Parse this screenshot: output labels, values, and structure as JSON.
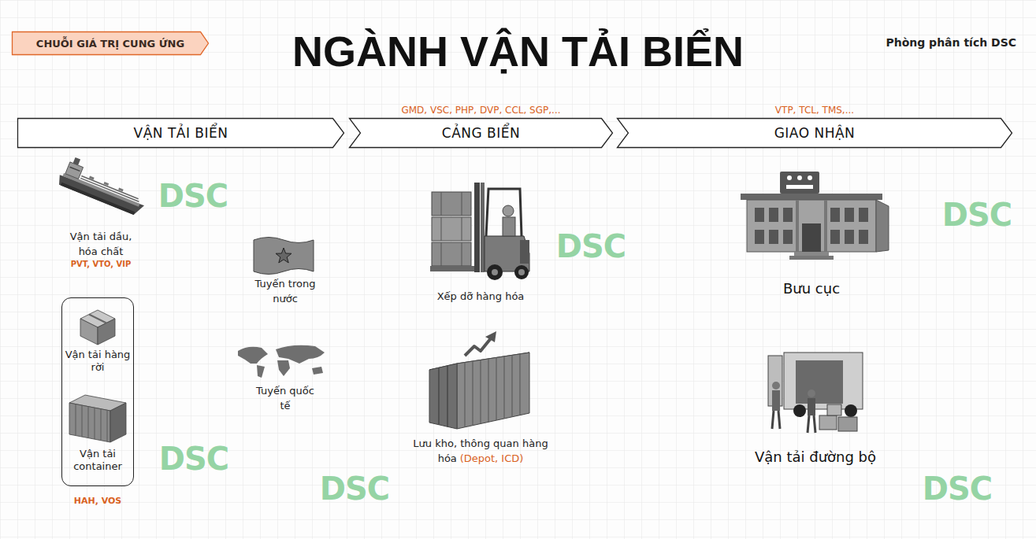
{
  "diagram": {
    "title": "NGÀNH VẬN TẢI BIỂN",
    "nodes": [
      {
        "text": [
          "CHUỖI GIÁ TRỊ CUNG ỨNG"
        ]
      },
      {
        "text": [
          "VẬN TẢI BIỂN"
        ]
      },
      {
        "text": [
          "GMD, VSC, PHP, DVP, CCL, SGP,...",
          "CẢNG BIỂN"
        ]
      },
      {
        "text": [
          "VTP, TCL, TMS,...",
          "GIAO NHẬN"
        ]
      },
      {
        "text": [
          "Vận tải hàng rời",
          "Vận tải container",
          "HAH, VOS"
        ]
      }
    ],
    "labels": [
      "Phòng phân tích DSC",
      "Vận tải dầu, hóa chất",
      "PVT, VTO, VIP",
      "Tuyến trong nước",
      "Tuyến quốc tế",
      "Xếp dỡ hàng hóa",
      "Lưu kho, thông quan hàng hóa",
      "(Depot, ICD)",
      "Bưu cục",
      "Vận tải đường bộ",
      "DSC",
      "DSC",
      "DSC",
      "DSC",
      "DSC",
      "DSC"
    ]
  }
}
